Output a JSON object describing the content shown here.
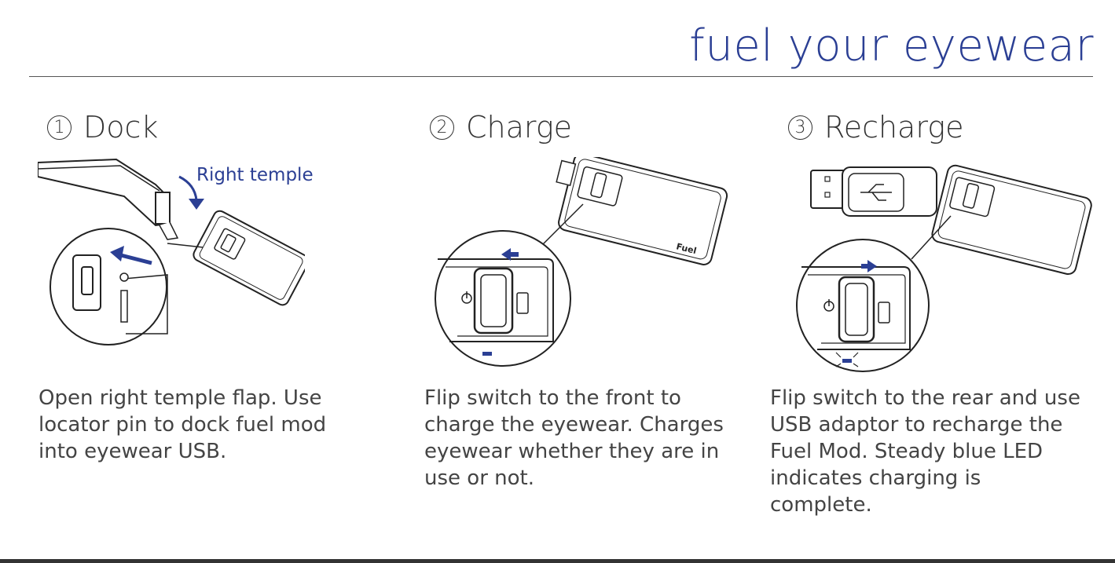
{
  "header": {
    "title": "fuel your eyewear"
  },
  "steps": [
    {
      "number": "1",
      "title": "Dock",
      "callout": "Right temple",
      "description": "Open right temple flap. Use locator pin to dock fuel mod into eyewear USB."
    },
    {
      "number": "2",
      "title": "Charge",
      "description": "Flip switch to the front to charge the eyewear. Charges eyewear whether they are in use or not."
    },
    {
      "number": "3",
      "title": "Recharge",
      "description": "Flip switch to the rear and use USB adaptor to recharge the Fuel Mod. Steady blue LED indicates charging is complete."
    }
  ],
  "device": {
    "brand_label": "Fuel"
  },
  "colors": {
    "accent": "#2b3f94",
    "line": "#333333"
  }
}
